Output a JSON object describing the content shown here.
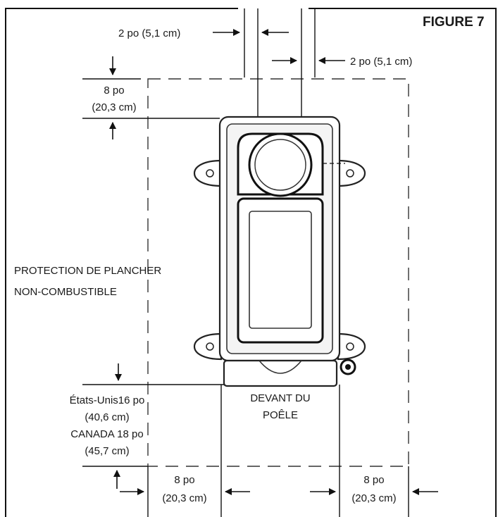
{
  "figure": {
    "title": "FIGURE 7",
    "labels": {
      "pipe_clear_left": "2 po (5,1 cm)",
      "pipe_clear_right": "2 po (5,1 cm)",
      "rear_clear_line1": "8 po",
      "rear_clear_line2": "(20,3 cm)",
      "floor_protection_line1": "PROTECTION DE PLANCHER",
      "floor_protection_line2": "NON-COMBUSTIBLE",
      "front_line1": "DEVANT DU",
      "front_line2": "POÊLE",
      "front_clear_us": "États-Unis16 po",
      "front_clear_us_cm": "(40,6 cm)",
      "front_clear_ca": "CANADA 18 po",
      "front_clear_ca_cm": "(45,7 cm)",
      "side_left_line1": "8 po",
      "side_left_line2": "(20,3 cm)",
      "side_right_line1": "8 po",
      "side_right_line2": "(20,3 cm)"
    }
  }
}
